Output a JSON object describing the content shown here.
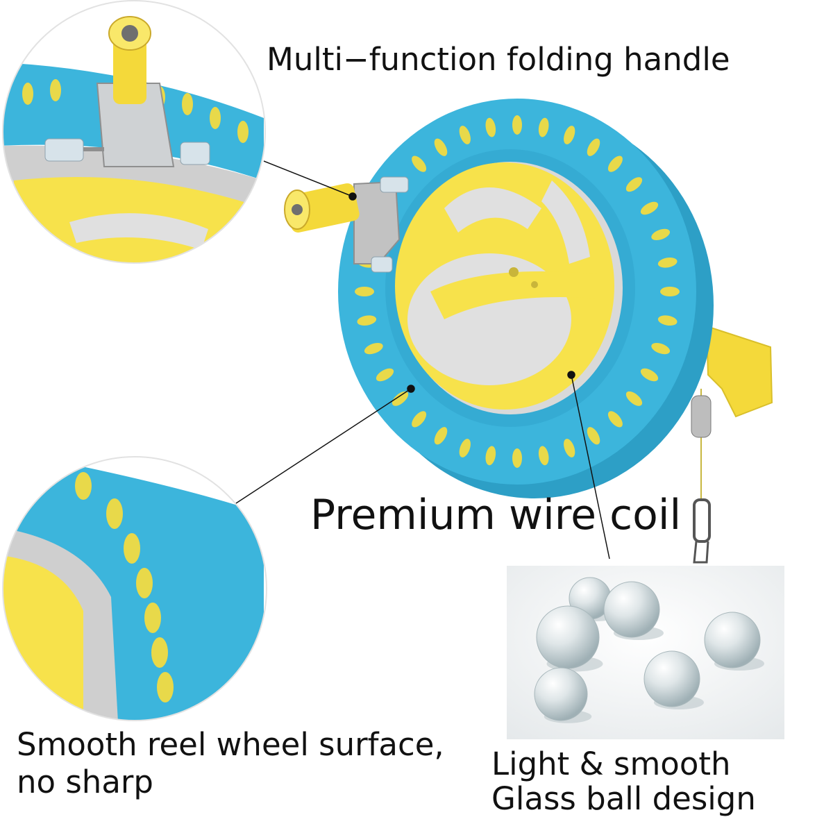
{
  "labels": {
    "handle": "Multi−function folding handle",
    "wire": "Premium wire coil",
    "smooth": {
      "line1": "Smooth reel wheel surface,",
      "line2": "no sharp"
    },
    "glass": {
      "line1": "Light & smooth",
      "line2": "Glass ball design"
    }
  },
  "colors": {
    "reel_blue": "#3cb5dc",
    "reel_blue_dark": "#2d9fc6",
    "hub_yellow": "#f7e24b",
    "line_yellow": "#e8d94a",
    "metal": "#b9b9b9",
    "glass": "#d5dde0"
  }
}
